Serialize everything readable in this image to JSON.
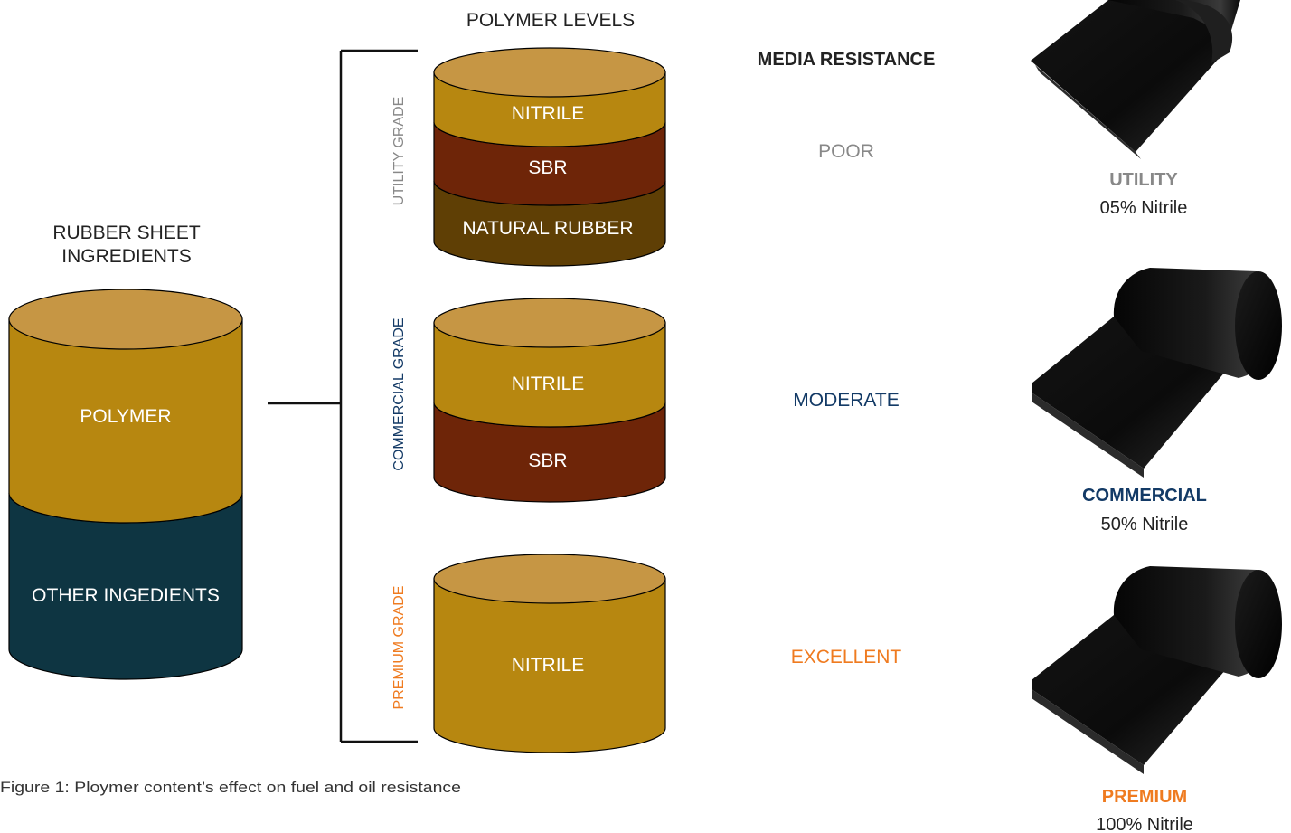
{
  "colors": {
    "polymer": "#b78710",
    "polymer_top": "#c69644",
    "sbr": "#6e2508",
    "natural_rubber": "#5f3f05",
    "other": "#0e3542",
    "utility": "#888888",
    "commercial": "#133a66",
    "premium": "#ef7b20",
    "text_dark": "#222222"
  },
  "ingredients": {
    "title_line1": "RUBBER SHEET",
    "title_line2": "INGREDIENTS",
    "polymer_label": "POLYMER",
    "other_label": "OTHER INGEDIENTS"
  },
  "polymer_levels": {
    "title": "POLYMER LEVELS",
    "utility": {
      "grade_label": "UTILITY GRADE",
      "layers": [
        "NITRILE",
        "SBR",
        "NATURAL RUBBER"
      ]
    },
    "commercial": {
      "grade_label": "COMMERCIAL GRADE",
      "layers": [
        "NITRILE",
        "SBR"
      ]
    },
    "premium": {
      "grade_label": "PREMIUM GRADE",
      "layers": [
        "NITRILE"
      ]
    }
  },
  "media_resistance": {
    "title": "MEDIA RESISTANCE",
    "utility": "POOR",
    "commercial": "MODERATE",
    "premium": "EXCELLENT"
  },
  "products": {
    "utility": {
      "name": "UTILITY",
      "nitrile": "05% Nitrile"
    },
    "commercial": {
      "name": "COMMERCIAL",
      "nitrile": "50% Nitrile"
    },
    "premium": {
      "name": "PREMIUM",
      "nitrile": "100% Nitrile"
    }
  },
  "caption": "Figure 1: Ploymer content’s effect on fuel and oil resistance"
}
